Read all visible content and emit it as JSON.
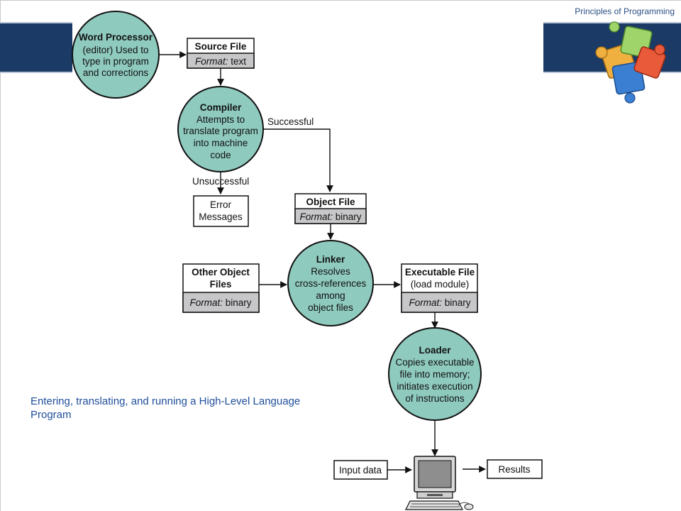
{
  "header": {
    "course_title": "Principles of Programming"
  },
  "caption": "Entering, translating, and running a High-Level Language Program",
  "diagram": {
    "word_processor": {
      "title": "Word Processor",
      "lines": [
        "(editor) Used to",
        "type in program",
        "and corrections"
      ]
    },
    "source_file": {
      "title": "Source File",
      "format_label": "Format:",
      "format_value": "text"
    },
    "compiler": {
      "title": "Compiler",
      "lines": [
        "Attempts to",
        "translate program",
        "into machine",
        "code"
      ]
    },
    "successful_label": "Successful",
    "unsuccessful_label": "Unsuccessful",
    "error_messages": {
      "lines": [
        "Error",
        "Messages"
      ]
    },
    "object_file": {
      "title": "Object File",
      "format_label": "Format:",
      "format_value": "binary"
    },
    "other_object_files": {
      "lines": [
        "Other Object",
        "Files"
      ],
      "format_label": "Format:",
      "format_value": "binary"
    },
    "linker": {
      "title": "Linker",
      "lines": [
        "Resolves",
        "cross-references",
        "among",
        "object files"
      ]
    },
    "executable_file": {
      "title": "Executable File",
      "subtitle": "(load module)",
      "format_label": "Format:",
      "format_value": "binary"
    },
    "loader": {
      "title": "Loader",
      "lines": [
        "Copies executable",
        "file into memory;",
        "initiates execution",
        "of instructions"
      ]
    },
    "input_data": "Input data",
    "results": "Results"
  },
  "colors": {
    "process_fill": "#8fcabf",
    "format_fill": "#c7c7c9",
    "band": "#1c3a66",
    "caption_text": "#1f4e9a"
  },
  "icons": [
    "puzzle-logo-icon",
    "computer-icon"
  ]
}
